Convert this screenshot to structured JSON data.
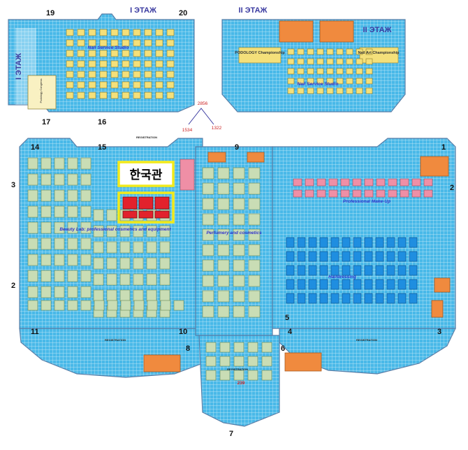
{
  "floors": {
    "first": "I ЭТАЖ",
    "second": "II ЭТАЖ",
    "second_inside": "II ЭТАЖ",
    "first_side": "I ЭТАЖ"
  },
  "korea_pavilion": "한국관",
  "championships": {
    "podology": "PODOLOGY Championship",
    "nail_art": "Nail Art Championship",
    "podology_congress": "Podology Congress"
  },
  "zones": {
    "nail_service_top_left": "Nail Service Studio",
    "nail_service_top_right": "Nail Service Studio",
    "beauty_lab": "Beauty Lab: professional cosmetics and equipment",
    "perfumery": "Perfumery and cosmetics",
    "professional_makeup": "Professional Make-Up",
    "hairdressing": "Hairdressing",
    "registration_top": "REGISTRATION",
    "registration_left": "REGISTRATION",
    "registration_right": "REGISTRATION",
    "registration_mid": "REGISTRATION"
  },
  "hall_numbers": {
    "n19": "19",
    "n20": "20",
    "n17": "17",
    "n16": "16",
    "n15": "15",
    "n14": "14",
    "n1": "1",
    "n2l": "2",
    "n3l": "3",
    "n2r": "2",
    "n3r": "3",
    "n11": "11",
    "n10": "10",
    "n4": "4",
    "n5": "5",
    "n8": "8",
    "n6": "6",
    "n7": "7",
    "n9": "9"
  },
  "figures": {
    "f2856": "2856",
    "f1534": "1534",
    "f1322": "1322",
    "f239": "239"
  },
  "colors": {
    "grid_blue": "#39b4e6",
    "booth_yellow": "#f4e07a",
    "booth_green": "#c9ddb5",
    "booth_blue": "#1f8ee0",
    "booth_pink": "#ef8fa6",
    "booth_orange": "#f08a3e",
    "booth_red": "#e2222c",
    "highlight_yellow": "#f2ea1a"
  }
}
